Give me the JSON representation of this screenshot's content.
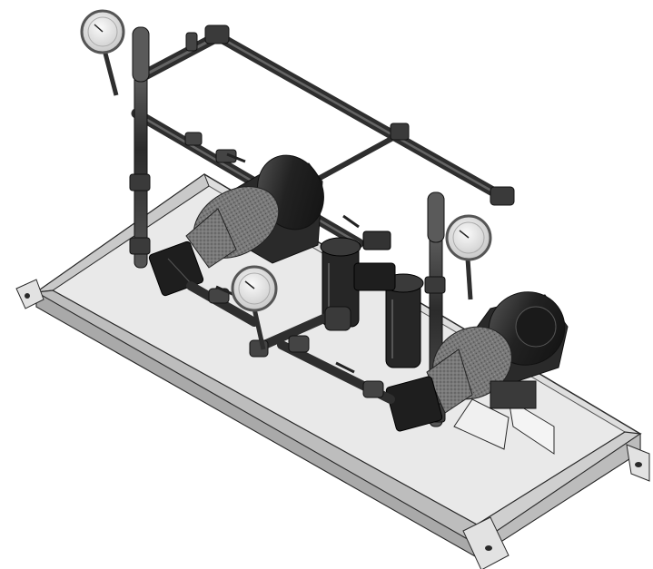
{
  "colors": {
    "background": "#ffffff",
    "skid_top": "#dcdcdc",
    "skid_side": "#bdbdbd",
    "skid_edge": "#2a2a2a",
    "pipe": "#3a3a3a",
    "pipe_highlight": "#8a8a8a",
    "motor": "#1f1f1f",
    "motor_highlight": "#5a5a5a",
    "gauge_face": "#e6e6e6",
    "gauge_ring": "#9a9a9a",
    "pump_casting": "#6e6e6e"
  },
  "components": [
    {
      "name": "base-skid-drip-pan",
      "icon": "tray-icon"
    },
    {
      "name": "pump-motor-left",
      "icon": "motor-icon"
    },
    {
      "name": "pump-motor-right",
      "icon": "motor-icon"
    },
    {
      "name": "duplex-strainer",
      "icon": "filter-icon"
    },
    {
      "name": "pressure-gauge-top-left",
      "icon": "gauge-icon"
    },
    {
      "name": "pressure-gauge-middle",
      "icon": "gauge-icon"
    },
    {
      "name": "pressure-gauge-right",
      "icon": "gauge-icon"
    },
    {
      "name": "discharge-manifold",
      "icon": "pipe-icon"
    },
    {
      "name": "suction-piping",
      "icon": "pipe-icon"
    },
    {
      "name": "ball-valves",
      "icon": "valve-icon"
    }
  ]
}
